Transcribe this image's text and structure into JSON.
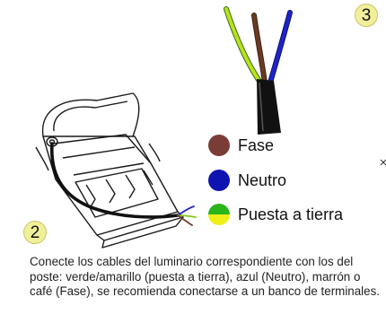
{
  "figure": {
    "step_top_right": "3",
    "step_bottom_left": "2"
  },
  "legend": {
    "items": [
      {
        "label": "Fase",
        "color": "#7a3d35",
        "icon": "brown-dot-icon"
      },
      {
        "label": "Neutro",
        "color": "#0f14b0",
        "icon": "blue-dot-icon"
      },
      {
        "label": "Puesta a tierra",
        "color_top": "#2ab51b",
        "color_bottom": "#f1ef1a",
        "icon": "green-yellow-dot-icon"
      }
    ]
  },
  "caption": "Conecte los cables del luminario correspondiente con los del poste: verde/amarillo (puesta a tierra), azul (Neutro), marrón o café (Fase), se recomienda conectarse a un banco de terminales.",
  "colors": {
    "wire_brown": "#6b3a22",
    "wire_blue": "#1e24c8",
    "wire_green_yellow": "#9bd21f",
    "badge_fill": "#f1ef9a"
  }
}
